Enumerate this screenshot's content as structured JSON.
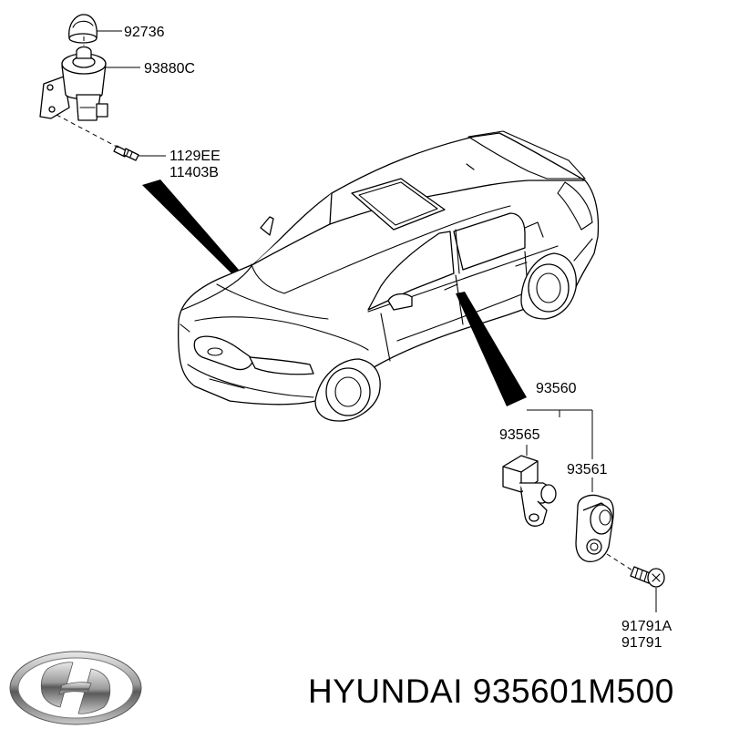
{
  "parts": {
    "p92736": "92736",
    "p93880c": "93880C",
    "p1129ee": "1129EE",
    "p11403b": "11403B",
    "p93560": "93560",
    "p93565": "93565",
    "p93561": "93561",
    "p91791a": "91791A",
    "p91791": "91791"
  },
  "footer": {
    "brand_logo": "hyundai-logo",
    "brand_text": "HYUNDAI 935601M500"
  }
}
